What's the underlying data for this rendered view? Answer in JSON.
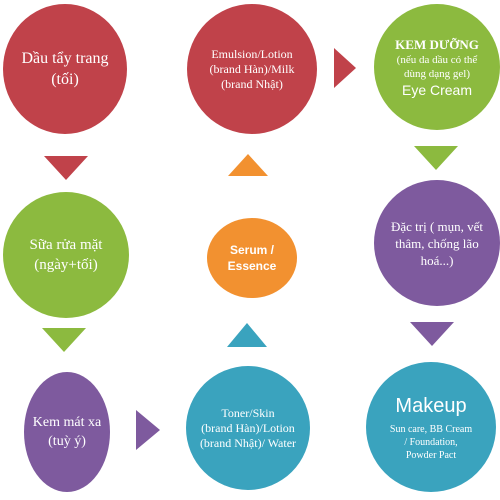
{
  "colors": {
    "red": "#c0424a",
    "green": "#8cba3f",
    "purple": "#7e5a9e",
    "orange": "#f29130",
    "teal": "#3aa3be"
  },
  "nodes": {
    "makeup_remover": {
      "line1": "Dầu tẩy trang",
      "line2": "(tối)"
    },
    "emulsion": {
      "line1": "Emulsion/Lotion",
      "line2": "(brand Hàn)/Milk",
      "line3": "(brand Nhật)"
    },
    "cream": {
      "title": "KEM DƯỠNG",
      "line1": "(nếu da dầu có thể",
      "line2": "dùng dạng gel)",
      "line3": "Eye Cream"
    },
    "cleanser": {
      "line1": "Sữa rửa mặt",
      "line2": "(ngày+tối)"
    },
    "serum": {
      "line1": "Serum /",
      "line2": "Essence"
    },
    "treatment": {
      "line1": "Đặc trị ( mụn, vết",
      "line2": "thâm, chống lão",
      "line3": "hoá...)"
    },
    "massage": {
      "line1": "Kem mát xa",
      "line2": "(tuỳ ý)"
    },
    "toner": {
      "line1": "Toner/Skin",
      "line2": "(brand Hàn)/Lotion",
      "line3": "(brand Nhật)/ Water"
    },
    "makeup": {
      "title": "Makeup",
      "line1": "Sun care, BB Cream",
      "line2": "/ Foundation,",
      "line3": "Powder Pact"
    }
  }
}
